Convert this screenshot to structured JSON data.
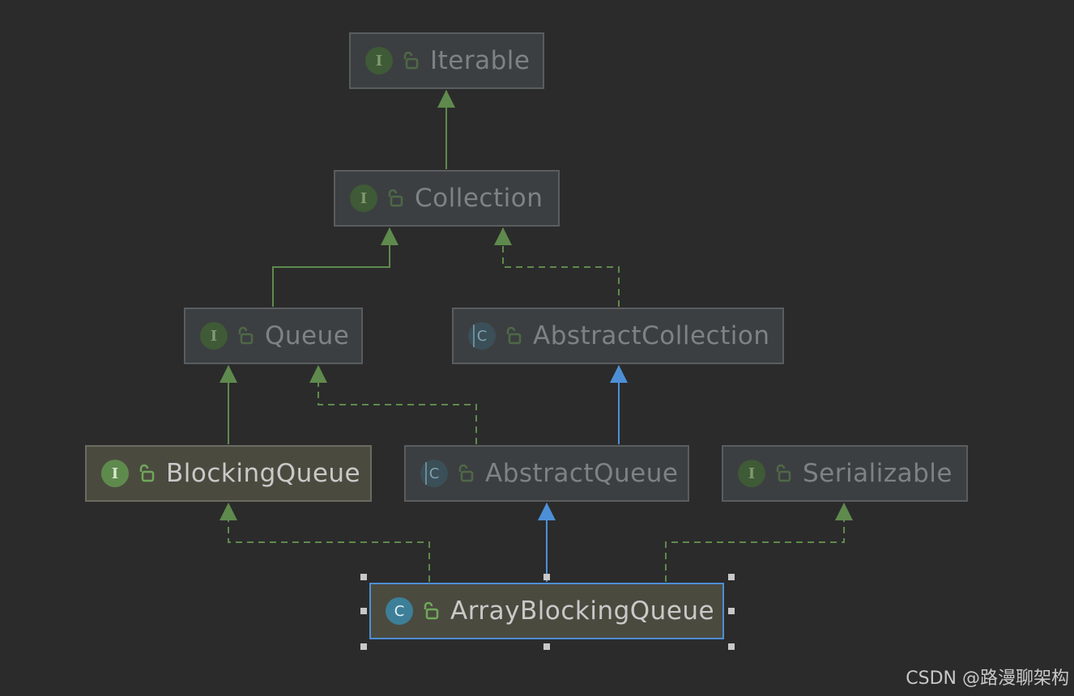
{
  "nodes": {
    "iterable": {
      "label": "Iterable",
      "kind": "interface"
    },
    "collection": {
      "label": "Collection",
      "kind": "interface"
    },
    "queue": {
      "label": "Queue",
      "kind": "interface"
    },
    "abstract_collection": {
      "label": "AbstractCollection",
      "kind": "abstract-class"
    },
    "blocking_queue": {
      "label": "BlockingQueue",
      "kind": "interface"
    },
    "abstract_queue": {
      "label": "AbstractQueue",
      "kind": "abstract-class"
    },
    "serializable": {
      "label": "Serializable",
      "kind": "interface"
    },
    "array_blocking_queue": {
      "label": "ArrayBlockingQueue",
      "kind": "class"
    }
  },
  "badges": {
    "interface": "I",
    "class": "C"
  },
  "edges": [
    {
      "from": "collection",
      "to": "iterable",
      "type": "extends-interface"
    },
    {
      "from": "queue",
      "to": "collection",
      "type": "extends-interface"
    },
    {
      "from": "abstract_collection",
      "to": "collection",
      "type": "implements"
    },
    {
      "from": "blocking_queue",
      "to": "queue",
      "type": "extends-interface"
    },
    {
      "from": "abstract_queue",
      "to": "queue",
      "type": "implements"
    },
    {
      "from": "abstract_queue",
      "to": "abstract_collection",
      "type": "extends-class"
    },
    {
      "from": "array_blocking_queue",
      "to": "blocking_queue",
      "type": "implements"
    },
    {
      "from": "array_blocking_queue",
      "to": "abstract_queue",
      "type": "extends-class"
    },
    {
      "from": "array_blocking_queue",
      "to": "serializable",
      "type": "implements"
    }
  ],
  "colors": {
    "background": "#2b2b2b",
    "interface_edge": "#5f8a4d",
    "class_edge": "#4d8fd6",
    "selection": "#4d8fd6"
  },
  "watermark": "CSDN @路漫聊架构"
}
